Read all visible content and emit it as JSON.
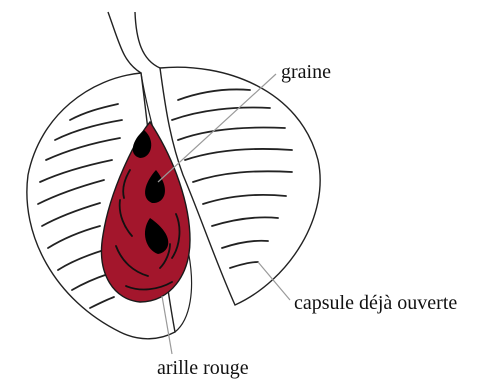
{
  "labels": {
    "seed": "graine",
    "capsule": "capsule déjà ouverte",
    "aril": "arille rouge"
  },
  "colors": {
    "outline": "#222222",
    "aril": "#a3162c",
    "seed": "#000000",
    "leader": "#9a9a9a"
  }
}
